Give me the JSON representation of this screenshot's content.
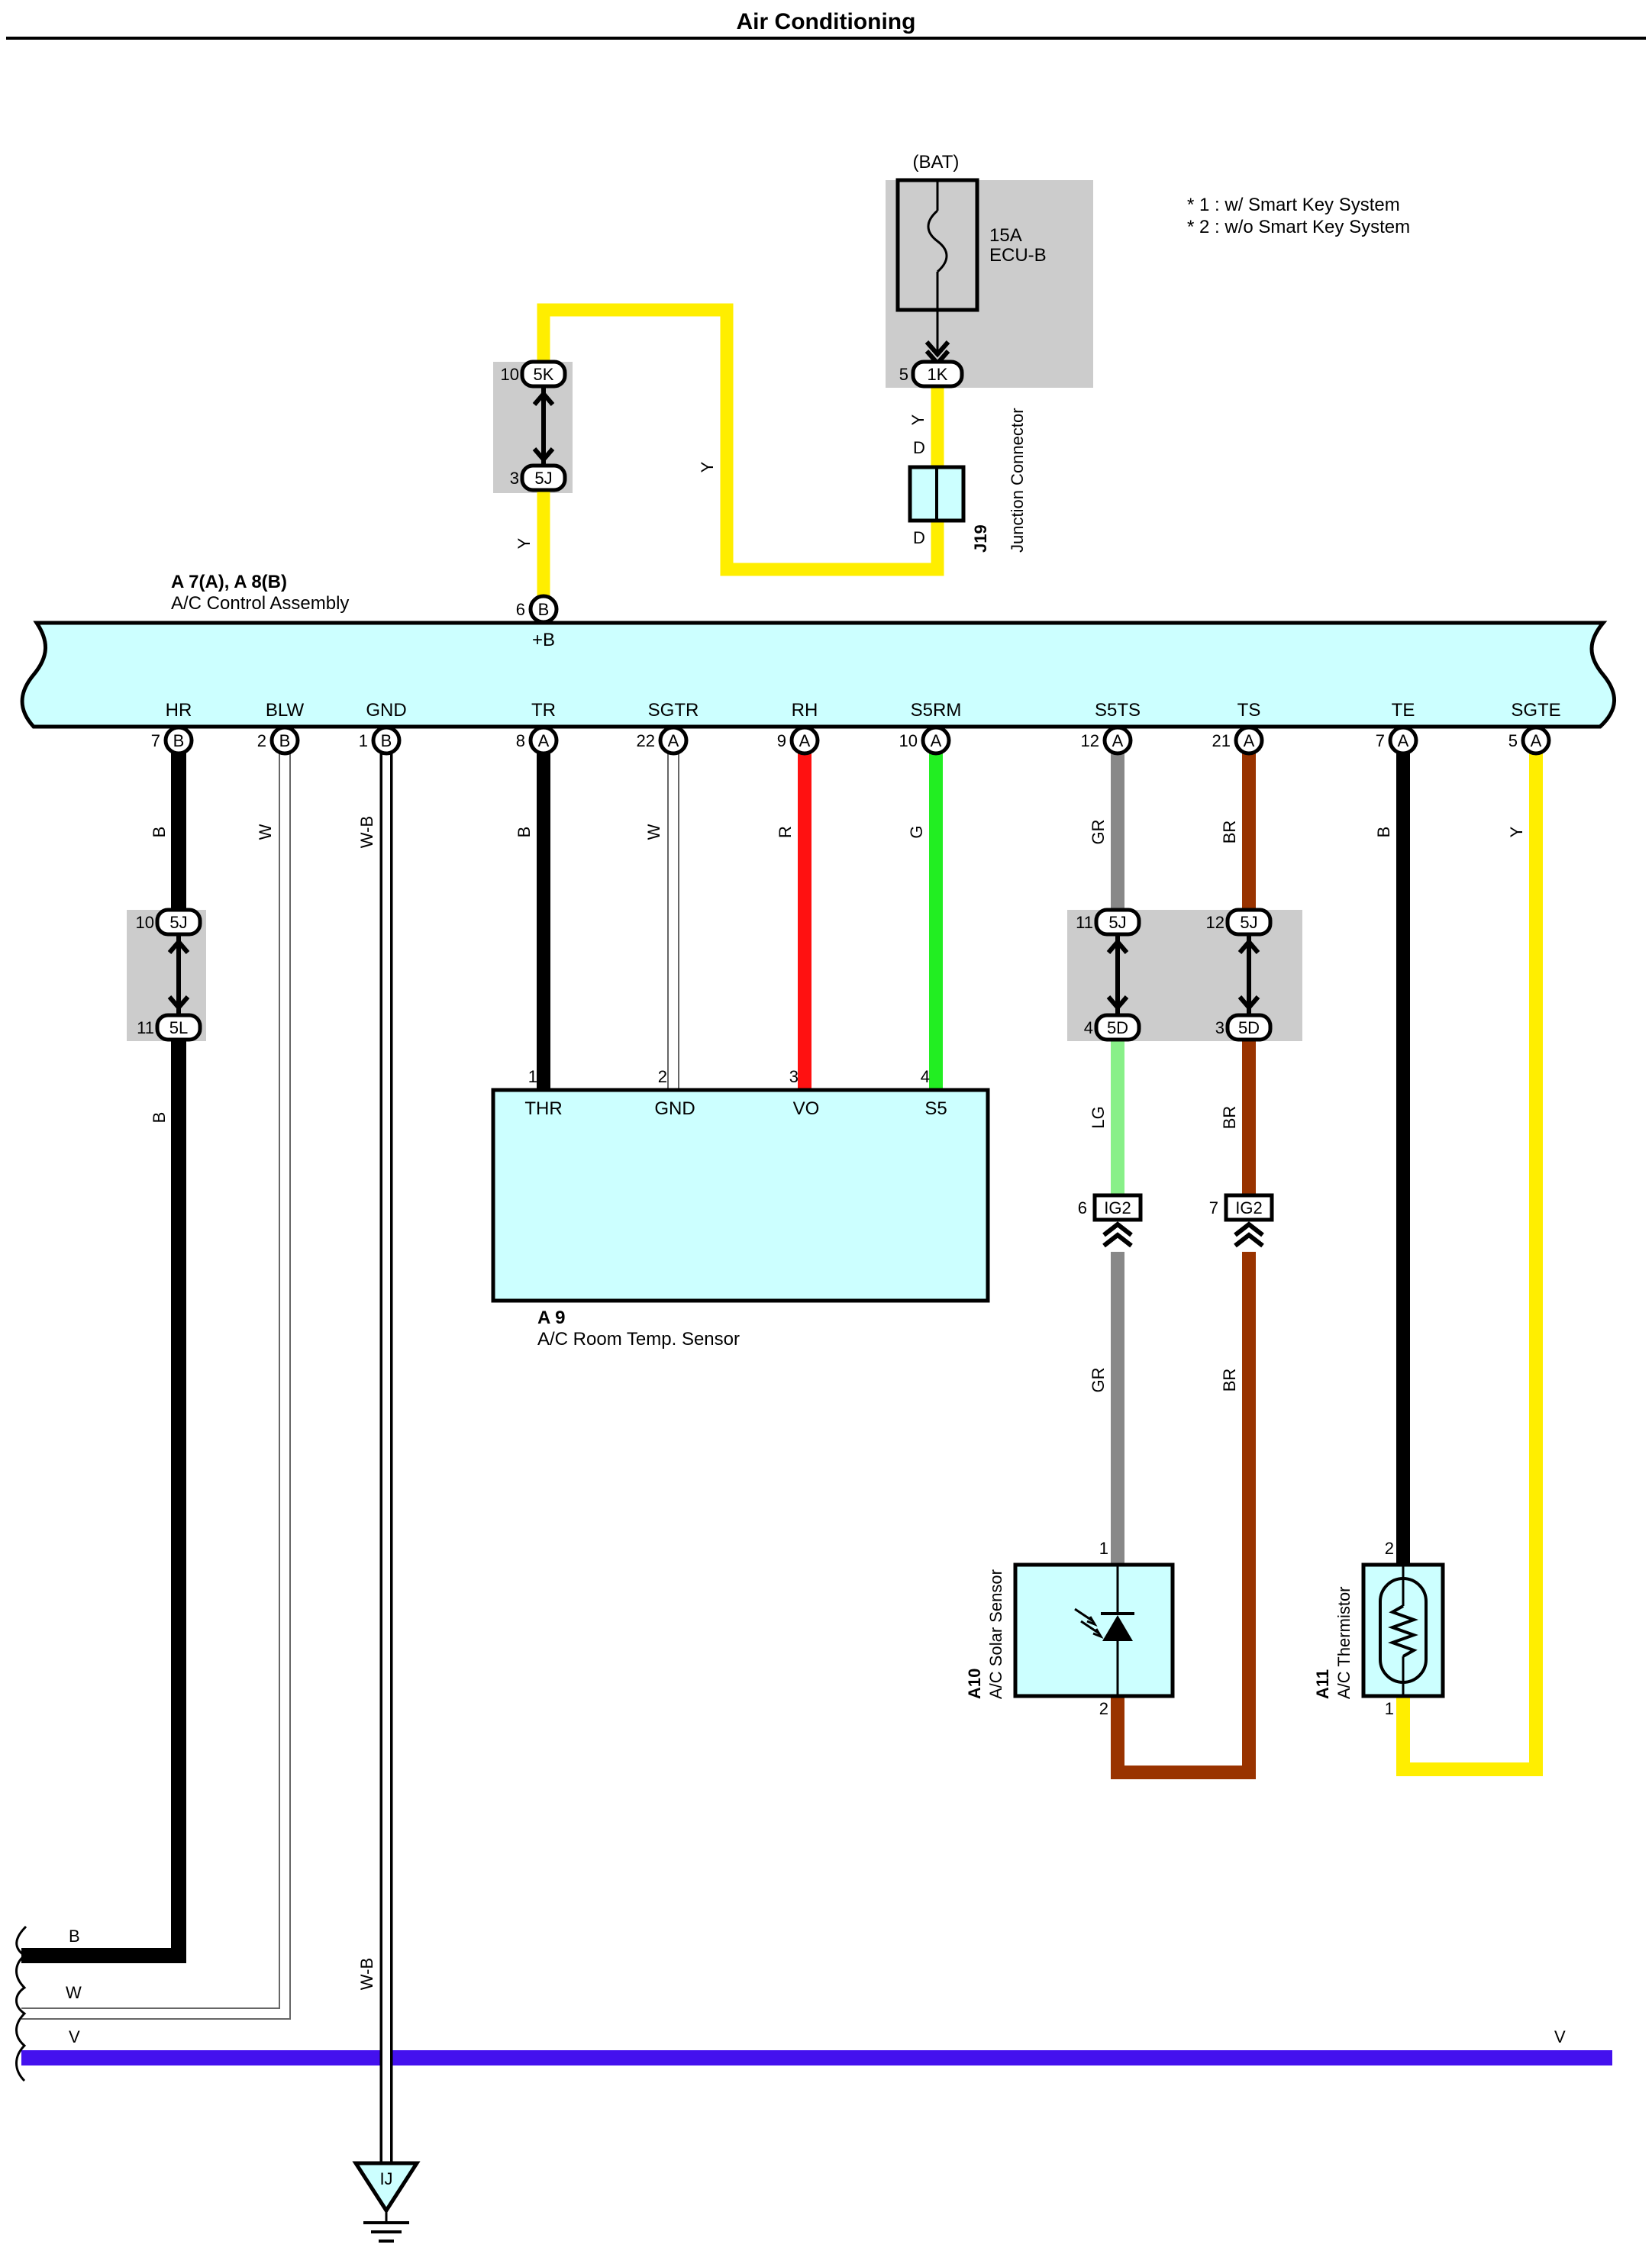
{
  "title": "Air Conditioning",
  "notes": [
    "* 1 : w/ Smart Key System",
    "* 2 : w/o Smart Key System"
  ],
  "colors": {
    "yellow": "#ffee00",
    "black": "#000000",
    "white_wire": "#ffffff",
    "red": "#ff1111",
    "green": "#22ee22",
    "gray": "#888888",
    "light_green": "#88f088",
    "brown": "#993300",
    "violet": "#4411ee",
    "component_fill": "#ccffff",
    "junction_block": "#cccccc"
  },
  "fuse": {
    "supply": "(BAT)",
    "rating": "15A",
    "name": "ECU-B",
    "pin": "5",
    "connector": "1K",
    "wire_color": "Y"
  },
  "junction_connector": {
    "id": "J19",
    "name": "Junction Connector",
    "pin_top": "D",
    "pin_bottom": "D",
    "wire_color": "Y"
  },
  "upper_splice": {
    "top_pin": "10",
    "top_conn": "5K",
    "bottom_pin": "3",
    "bottom_conn": "5J",
    "wire_color_left": "Y",
    "wire_color_loop": "Y"
  },
  "control_assembly": {
    "id": "A 7(A), A 8(B)",
    "name": "A/C Control Assembly",
    "plus_b": {
      "pin": "6",
      "conn": "B",
      "label": "+B"
    },
    "terminals": [
      {
        "label": "HR",
        "pin": "7",
        "conn": "B",
        "wire": "B"
      },
      {
        "label": "BLW",
        "pin": "2",
        "conn": "B",
        "wire": "W"
      },
      {
        "label": "GND",
        "pin": "1",
        "conn": "B",
        "wire": "W-B"
      },
      {
        "label": "TR",
        "pin": "8",
        "conn": "A",
        "wire": "B"
      },
      {
        "label": "SGTR",
        "pin": "22",
        "conn": "A",
        "wire": "W"
      },
      {
        "label": "RH",
        "pin": "9",
        "conn": "A",
        "wire": "R"
      },
      {
        "label": "S5RM",
        "pin": "10",
        "conn": "A",
        "wire": "G"
      },
      {
        "label": "S5TS",
        "pin": "12",
        "conn": "A",
        "wire": "GR"
      },
      {
        "label": "TS",
        "pin": "21",
        "conn": "A",
        "wire": "BR"
      },
      {
        "label": "TE",
        "pin": "7",
        "conn": "A",
        "wire": "B"
      },
      {
        "label": "SGTE",
        "pin": "5",
        "conn": "A",
        "wire": "Y"
      }
    ]
  },
  "hr_splice": {
    "top_pin": "10",
    "top_conn": "5J",
    "bottom_pin": "11",
    "bottom_conn": "5L",
    "wire_below": "B"
  },
  "right_splices": [
    {
      "top_pin": "11",
      "top_conn": "5J",
      "bottom_pin": "4",
      "bottom_conn": "5D",
      "wire_below": "LG",
      "ig_pin": "6",
      "ig_conn": "IG2",
      "wire_after": "GR"
    },
    {
      "top_pin": "12",
      "top_conn": "5J",
      "bottom_pin": "3",
      "bottom_conn": "5D",
      "wire_below": "BR",
      "ig_pin": "7",
      "ig_conn": "IG2",
      "wire_after": "BR"
    }
  ],
  "room_sensor": {
    "id": "A 9",
    "name": "A/C Room Temp.  Sensor",
    "pins": [
      {
        "num": "1",
        "label": "THR"
      },
      {
        "num": "2",
        "label": "GND"
      },
      {
        "num": "3",
        "label": "VO"
      },
      {
        "num": "4",
        "label": "S5"
      }
    ]
  },
  "solar_sensor": {
    "id": "A10",
    "name": "A/C Solar Sensor",
    "pin_top": "1",
    "pin_bottom": "2"
  },
  "thermistor": {
    "id": "A11",
    "name": "A/C Thermistor",
    "pin_top": "2",
    "pin_bottom": "1"
  },
  "bottom_wires": {
    "b": "B",
    "w": "W",
    "v_left": "V",
    "v_right": "V",
    "wb": "W-B"
  },
  "ground": {
    "label": "IJ"
  }
}
